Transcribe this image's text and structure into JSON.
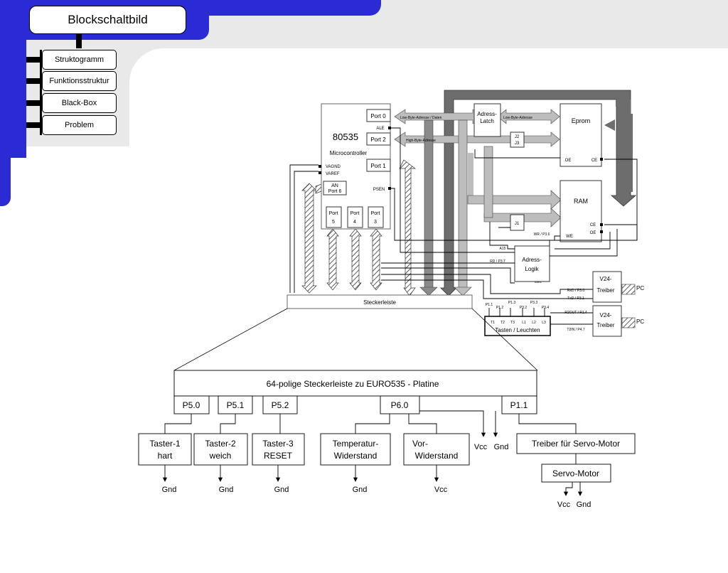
{
  "header": {
    "title": "Blockschaltbild"
  },
  "nav": {
    "items": [
      "Struktogramm",
      "Funktionsstruktur",
      "Black-Box",
      "Problem"
    ]
  },
  "diagram": {
    "mcu": {
      "name": "80535",
      "subtitle": "Microcontroller",
      "port0": "Port 0",
      "port2": "Port 2",
      "port1": "Port 1",
      "ale": "ALE",
      "psen": "PSEN",
      "vagnd": "VAGND",
      "varef": "VAREF",
      "an1": "AN",
      "an2": "Port 6",
      "port5a": "Port",
      "port5b": "5",
      "port4a": "Port",
      "port4b": "4",
      "port3a": "Port",
      "port3b": "3"
    },
    "bus_low": "Low-Byte-Adresse / Daten",
    "bus_low2": "Low-Byte-Adresse",
    "bus_high": "High-Byte-Adresse",
    "latch1": "Adress-",
    "latch2": "Latch",
    "eprom": "Eprom",
    "oe": "OE",
    "ce": "CE",
    "j23a": "J2",
    "j23b": "J3",
    "j1": "J1",
    "ram": "RAM",
    "wr": "WR / P3.6",
    "we": "WE",
    "rd": "RD / P3.7",
    "a15": "A15",
    "asel": "ASEL",
    "logik1": "Adress-",
    "logik2": "Logik",
    "v24a": "V24-",
    "v24b": "Treiber",
    "pc": "PC",
    "rxd": "RxD / P3.0",
    "txd": "TxD / P3.1",
    "r2out": "R2OUT / P1.4",
    "t2in": "T2IN / P4.7",
    "stecker": "Steckerleiste",
    "p11": "P1.1",
    "p12": "P1.2",
    "p13": "P1.3",
    "p32": "P3.2",
    "p33": "P3.3",
    "p34": "P3.4",
    "t1": "T1",
    "t2": "T2",
    "t3": "T3",
    "l1": "L1",
    "l2": "L2",
    "l3": "L3",
    "tasten": "Tasten / Leuchten",
    "stecker64": "64-polige Steckerleiste zu EURO535 - Platine",
    "pin50": "P5.0",
    "pin51": "P5.1",
    "pin52": "P5.2",
    "pin60": "P6.0",
    "pin11": "P1.1",
    "taster1a": "Taster-1",
    "taster1b": "hart",
    "taster2a": "Taster-2",
    "taster2b": "weich",
    "taster3a": "Taster-3",
    "taster3b": "RESET",
    "temp1": "Temperatur-",
    "temp2": "Widerstand",
    "vor1": "Vor-",
    "vor2": "Widerstand",
    "vcc": "Vcc",
    "gnd": "Gnd",
    "treiber": "Treiber für Servo-Motor",
    "servo": "Servo-Motor"
  }
}
